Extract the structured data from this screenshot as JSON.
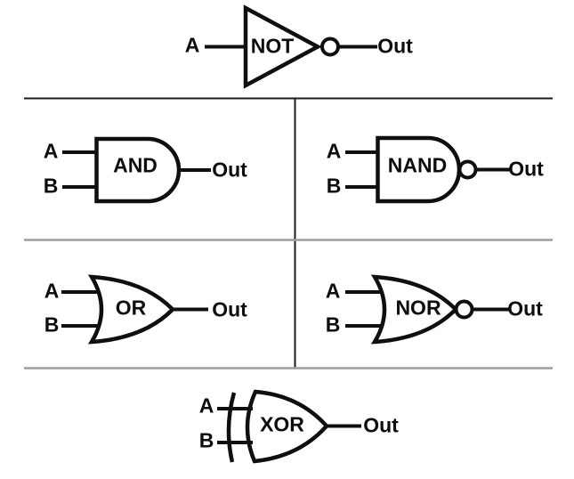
{
  "diagram": {
    "background_color": "#ffffff",
    "stroke_color": "#0f0f0f",
    "divider_dark_color": "#1c1c1c",
    "divider_gray_color": "#9e9e9e",
    "gates": [
      {
        "name": "NOT",
        "inputs": [
          "A"
        ],
        "output": "Out",
        "negated": true
      },
      {
        "name": "AND",
        "inputs": [
          "A",
          "B"
        ],
        "output": "Out",
        "negated": false
      },
      {
        "name": "NAND",
        "inputs": [
          "A",
          "B"
        ],
        "output": "Out",
        "negated": true
      },
      {
        "name": "OR",
        "inputs": [
          "A",
          "B"
        ],
        "output": "Out",
        "negated": false
      },
      {
        "name": "NOR",
        "inputs": [
          "A",
          "B"
        ],
        "output": "Out",
        "negated": true
      },
      {
        "name": "XOR",
        "inputs": [
          "A",
          "B"
        ],
        "output": "Out",
        "negated": false
      }
    ]
  }
}
